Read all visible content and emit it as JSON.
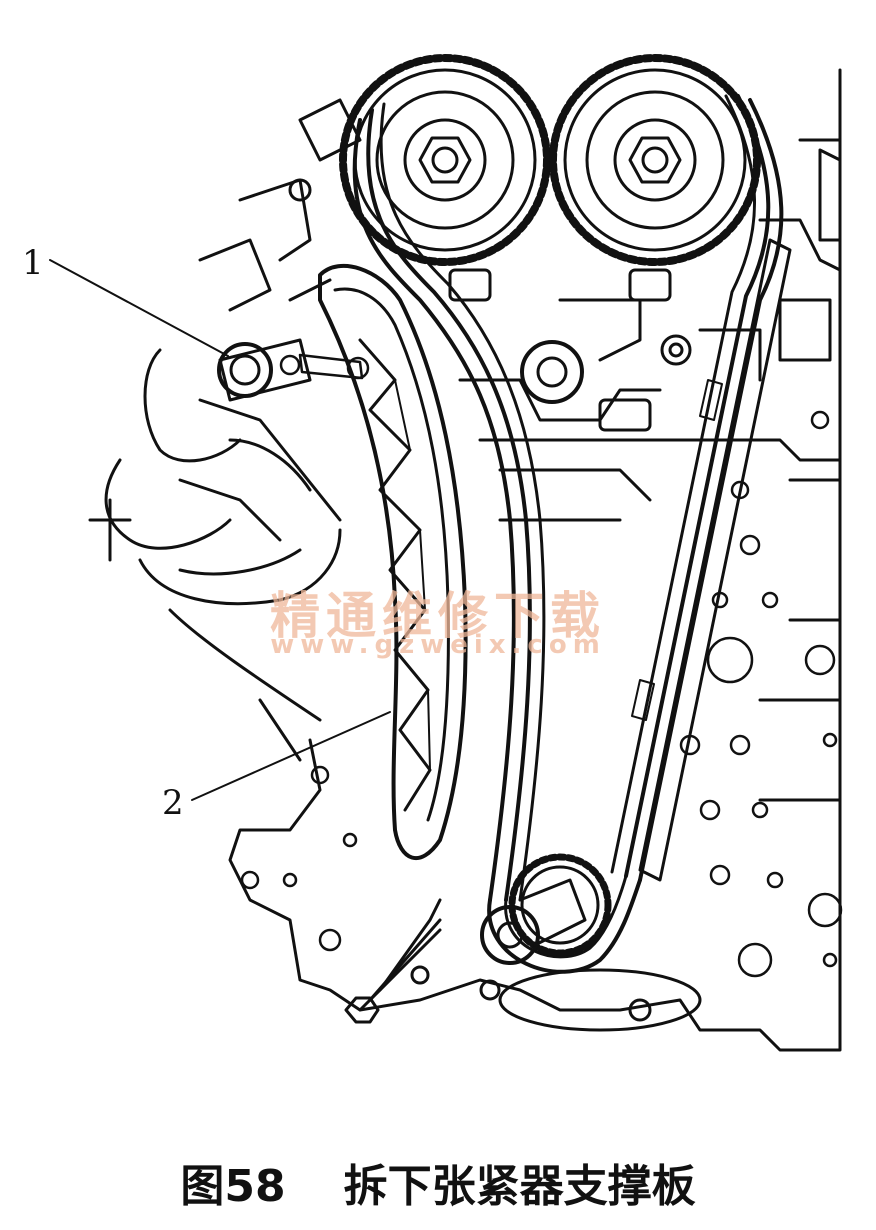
{
  "callouts": {
    "one": "1",
    "two": "2"
  },
  "watermark": {
    "chinese": "精通维修下载",
    "url": "www.gzweix.com"
  },
  "caption": {
    "figure_number": "图58",
    "title": "拆下张紧器支撑板"
  },
  "colors": {
    "line": "#111111",
    "background": "#ffffff",
    "watermark": "#f0b89a"
  },
  "icons": [
    "sprocket-icon",
    "bolt-icon",
    "chain-guide-icon",
    "tensioner-support-plate-icon"
  ]
}
